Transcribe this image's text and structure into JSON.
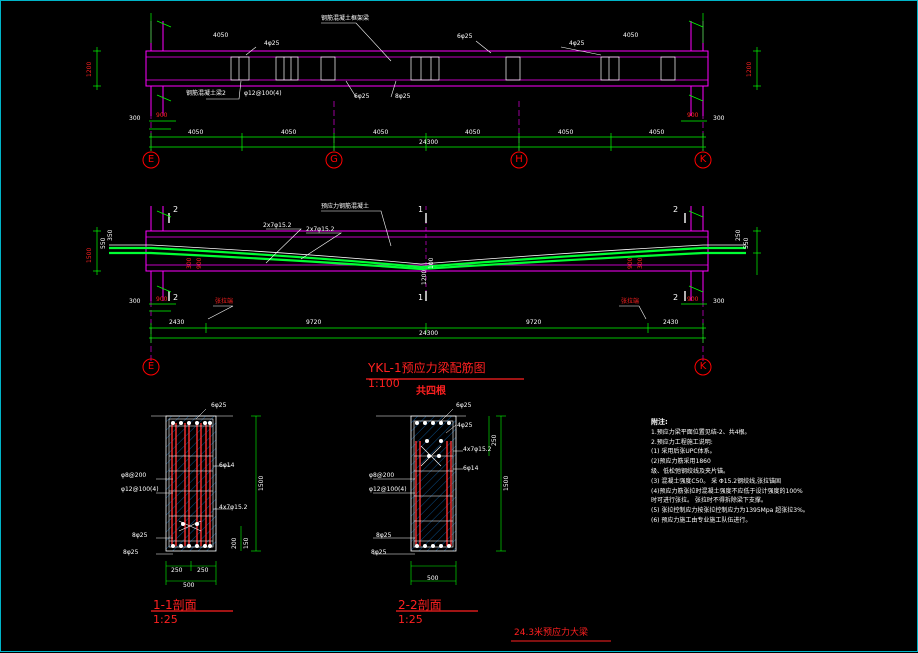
{
  "colors": {
    "background": "#000000",
    "beam": "#ff00ff",
    "axis": "#ff0000",
    "dimension": "#00ff00",
    "tendon": "#00ff33",
    "text": "#ffffff",
    "title": "#ff2020",
    "hatch": "#00b4c8"
  },
  "elevation": {
    "labels": {
      "note_top": "钢筋混凝土框架梁",
      "top_bar_left": "4φ25",
      "top_bar_mid": "6φ25",
      "top_bar_right": "4φ25",
      "top_span_left": "4050",
      "top_span_right": "4050",
      "stirrup_note": "钢筋混凝土梁2",
      "stirrup": "φ12@100(4)",
      "bot_bar_a": "6φ25",
      "bot_bar_b": "8φ25",
      "height_left": "1200",
      "height_right": "1200",
      "support_left": "300",
      "support_right": "300",
      "support_w_left": "900",
      "support_w_right": "900"
    },
    "spans": [
      "4050",
      "4050",
      "4050",
      "4050",
      "4050",
      "4050"
    ],
    "total": "24300",
    "axes": [
      "E",
      "G",
      "H",
      "K"
    ]
  },
  "prestress": {
    "labels": {
      "note": "预应力钢筋混凝土",
      "tendon_a": "2x7φ15.2",
      "tendon_b": "2x7φ15.2",
      "section_top_left": "2",
      "section_top_mid": "1",
      "section_top_right": "2",
      "section_bot_left": "2",
      "section_bot_mid": "1",
      "section_bot_right": "2",
      "ecc_left_a": "550",
      "ecc_left_b": "350",
      "ecc_right_a": "250",
      "ecc_right_b": "550",
      "height_left": "1500",
      "mid_dim": "100",
      "mid_dim2": "1200",
      "anchor_left_a": "300",
      "anchor_left_b": "900",
      "anchor_right_a": "900",
      "anchor_right_b": "300",
      "support_left": "300",
      "support_right": "300",
      "support_w_left": "900",
      "support_w_right": "900",
      "end_note_left": "张拉端",
      "end_note_right": "张拉端"
    },
    "dims": [
      "2430",
      "9720",
      "9720",
      "2430"
    ],
    "total": "24300",
    "axes": [
      "E",
      "K"
    ]
  },
  "title": {
    "main": "YKL-1预应力梁配筋图",
    "scale": "1:100",
    "sub": "共四根"
  },
  "section1": {
    "top_bar": "6φ25",
    "side_bar": "6φ14",
    "stirrup1": "φ8@200",
    "stirrup2": "φ12@100(4)",
    "tendon": "4x7φ15.2",
    "bot_bar1": "8φ25",
    "bot_bar2": "8φ25",
    "height": "1500",
    "dim_small": "200",
    "dim_small2": "150",
    "width_a": "250",
    "width_b": "250",
    "width_total": "500",
    "title": "1-1剖面",
    "scale": "1:25"
  },
  "section2": {
    "top_bar": "6φ25",
    "top_bar2": "4φ25",
    "tendon": "4x7φ15.2",
    "side_bar": "6φ14",
    "stirrup1": "φ8@200",
    "stirrup2": "φ12@100(4)",
    "bot_bar1": "8φ25",
    "bot_bar2": "8φ25",
    "height": "1500",
    "dim_right": "250",
    "width_total": "500",
    "title": "2-2剖面",
    "scale": "1:25"
  },
  "notes": {
    "heading": "附注:",
    "lines": [
      "1.预应力梁平面位置见结-2、共4根。",
      "2.预应力工程施工说明:",
      "(1) 采用后张UPC体系。",
      " (2)预应力筋采用1860",
      "级、低松弛钢绞线及夹片锚。",
      "(3) 混凝土强度C50。 采 Φ15.2钢绞线,张拉锚固",
      " (4)预应力筋张拉时混凝土强度不应低于设计强度的100%",
      "时可进行张拉。 张拉时不得拆除梁下支撑。",
      " (5) 张拉控制应力按张拉控制应力为1395Mpa 超张拉3%。",
      "(6) 预应力施工由专业施工队伍进行。"
    ]
  },
  "footer": {
    "drawing_title": "24.3米预应力大梁"
  }
}
